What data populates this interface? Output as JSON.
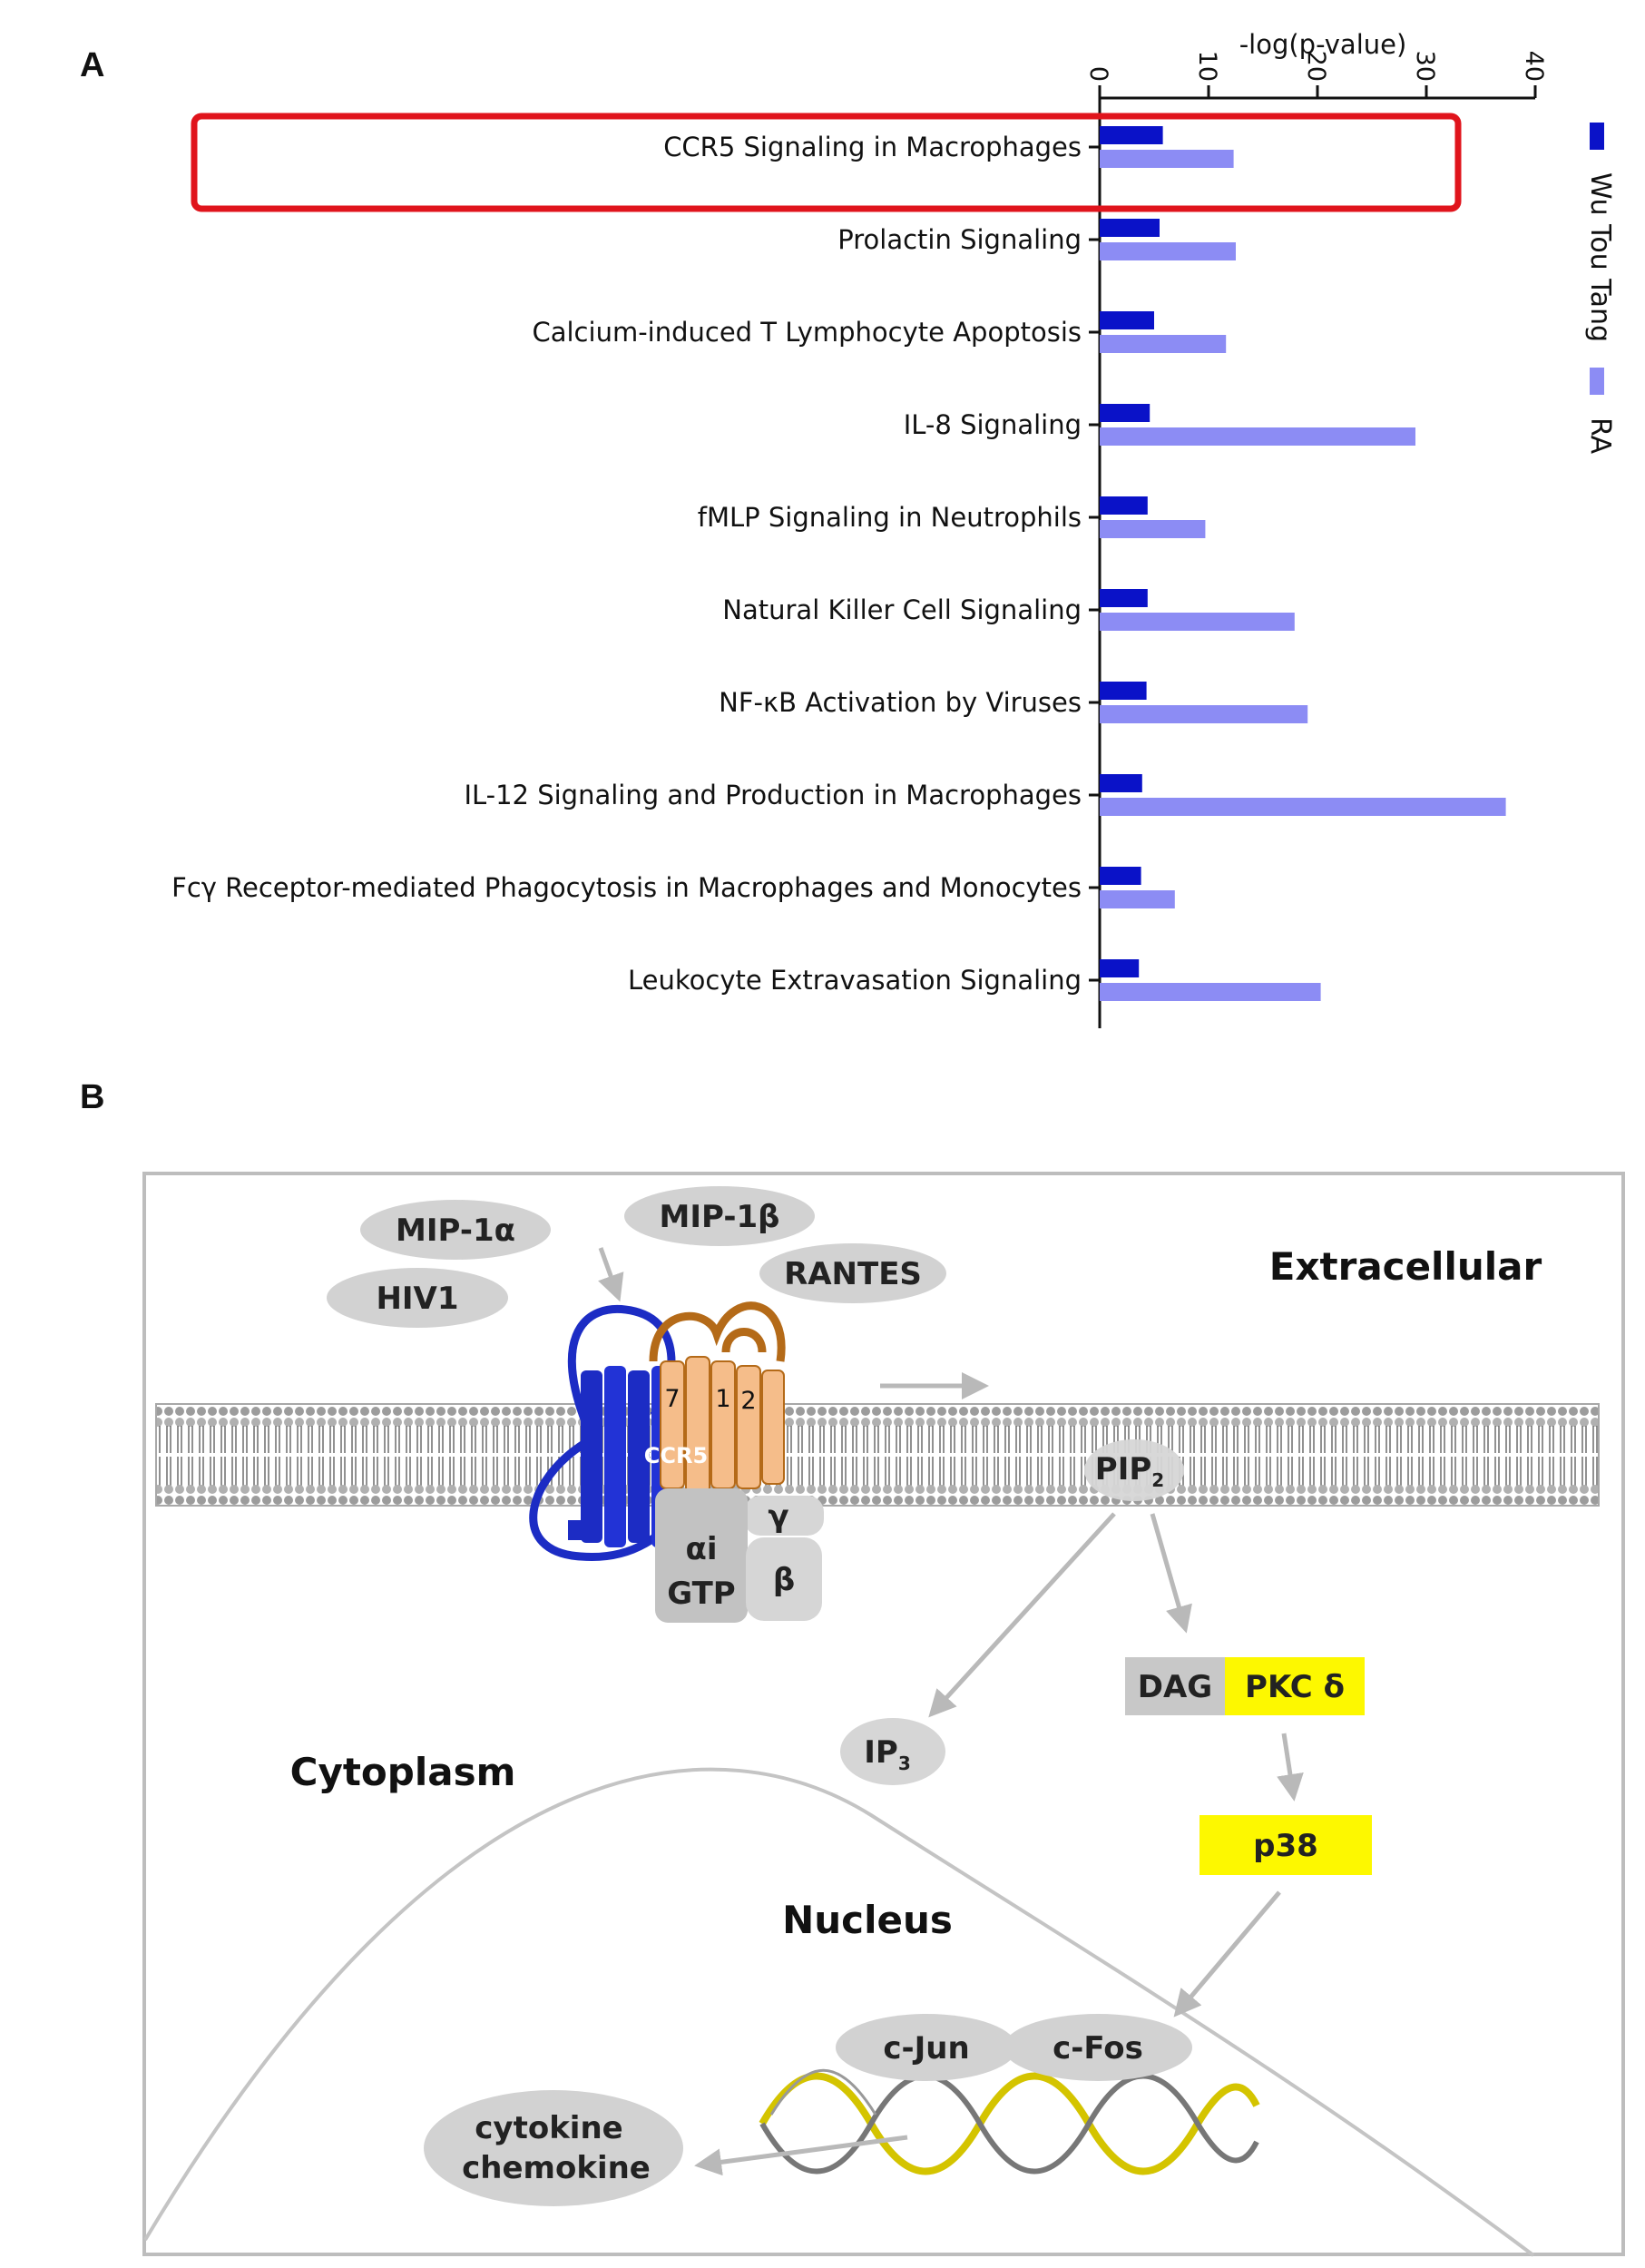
{
  "panels": {
    "a": "A",
    "b": "B"
  },
  "chart_data": {
    "type": "bar",
    "orientation": "horizontal",
    "xlabel": "-log(p-value)",
    "xlim": [
      0,
      40
    ],
    "ticks": [
      0,
      10,
      20,
      30,
      40
    ],
    "categories": [
      "CCR5 Signaling in Macrophages",
      "Prolactin Signaling",
      "Calcium-induced T Lymphocyte Apoptosis",
      "IL-8 Signaling",
      "fMLP Signaling in Neutrophils",
      "Natural Killer Cell Signaling",
      "NF-κB Activation by Viruses",
      "IL-12 Signaling and Production in Macrophages",
      "Fcγ Receptor-mediated Phagocytosis in Macrophages and Monocytes",
      "Leukocyte Extravasation Signaling"
    ],
    "series": [
      {
        "name": "Wu Tou Tang",
        "color": "#0a12c8",
        "values": [
          5.8,
          5.5,
          5.0,
          4.6,
          4.4,
          4.4,
          4.3,
          3.9,
          3.8,
          3.6
        ]
      },
      {
        "name": "RA",
        "color": "#8c8cf4",
        "values": [
          12.3,
          12.5,
          11.6,
          29.0,
          9.7,
          17.9,
          19.1,
          37.3,
          6.9,
          20.3
        ]
      }
    ],
    "legend": "right",
    "highlight_category": "CCR5 Signaling in Macrophages",
    "highlight_color": "#e0141c"
  },
  "diagram": {
    "regions": {
      "extracellular": "Extracellular",
      "cytoplasm": "Cytoplasm",
      "nucleus": "Nucleus"
    },
    "ligands": {
      "mip1a": "MIP-1α",
      "mip1b": "MIP-1β",
      "hiv1": "HIV1",
      "rantes": "RANTES"
    },
    "receptor": {
      "ccr5": "CCR5",
      "helix_numbers": [
        "7",
        "1",
        "2"
      ]
    },
    "g_protein": {
      "alpha_i": "αi",
      "gtp": "GTP",
      "gamma": "γ",
      "beta": "β"
    },
    "pip2": {
      "main": "PIP",
      "sub": "2"
    },
    "ip3": {
      "main": "IP",
      "sub": "3"
    },
    "dag": "DAG",
    "pkc": "PKC δ",
    "p38": "p38",
    "cjun": "c-Jun",
    "cfos": "c-Fos",
    "output": {
      "line1": "cytokine",
      "line2": "chemokine"
    },
    "colors": {
      "ellipse": "#d2d2d2",
      "yellow": "#fdf800",
      "gray_box": "#c8c8c8",
      "arrow": "#b9b9b9",
      "blue": "#1c2cc4",
      "orange": "#f5bd8a",
      "brown": "#b46a18"
    }
  }
}
